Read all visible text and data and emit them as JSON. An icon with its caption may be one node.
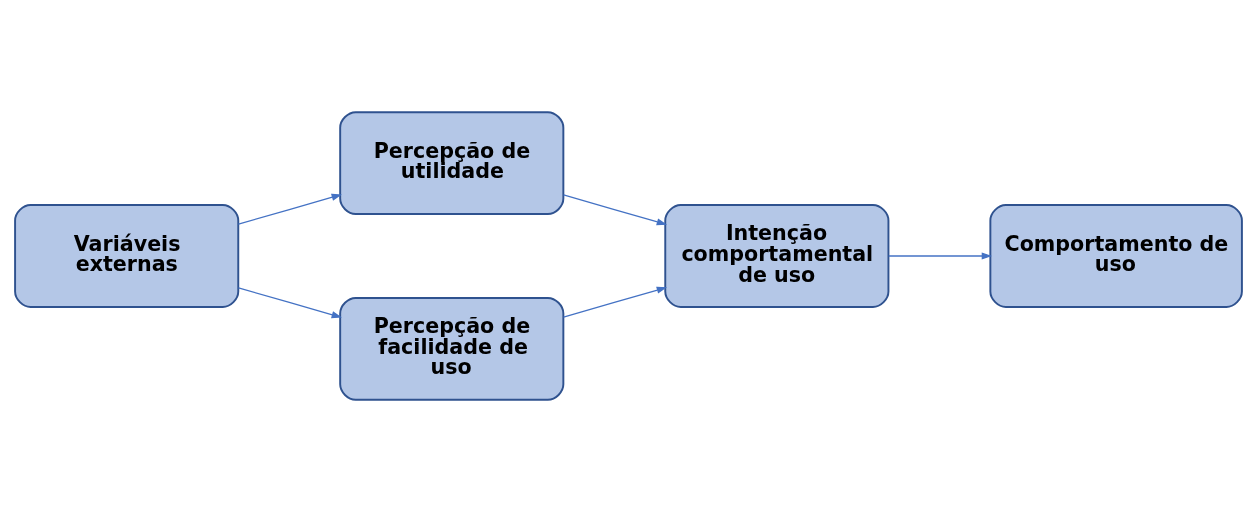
{
  "diagram": {
    "nodes": [
      {
        "text": [
          "Variáveis externas"
        ]
      },
      {
        "text": [
          "Percepção de utilidade"
        ]
      },
      {
        "text": [
          "Percepção de facilidade de uso"
        ]
      },
      {
        "text": [
          "Intenção comportamental de uso"
        ]
      },
      {
        "text": [
          "Comportamento de uso"
        ]
      }
    ],
    "edges": [
      {
        "from": 0,
        "to": 1,
        "arrow": "to"
      },
      {
        "from": 0,
        "to": 2,
        "arrow": "to"
      },
      {
        "from": 1,
        "to": 3,
        "arrow": "to"
      },
      {
        "from": 2,
        "to": 3,
        "arrow": "to"
      },
      {
        "from": 3,
        "to": 4,
        "arrow": "to"
      }
    ]
  }
}
